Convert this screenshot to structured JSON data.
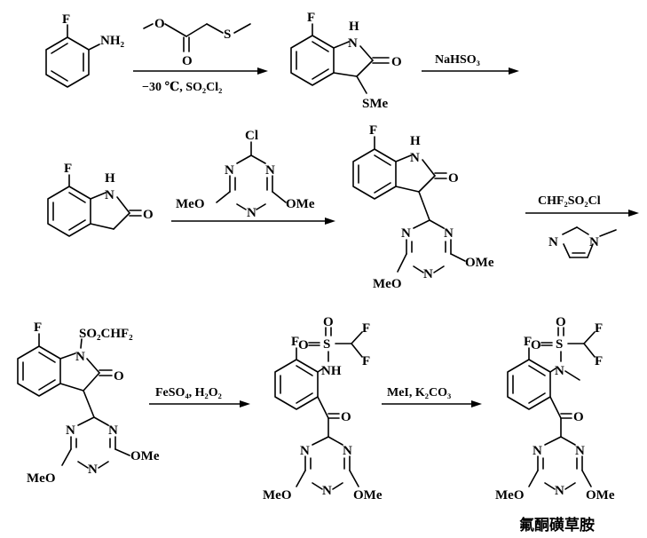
{
  "atoms": {
    "F": "F",
    "NH2": "NH₂",
    "H": "H",
    "N": "N",
    "O": "O",
    "S": "S",
    "SMe": "SMe",
    "Cl": "Cl",
    "MeO": "MeO",
    "OMe": "OMe",
    "NH": "NH",
    "SO2CHF2": "SO₂CHF₂"
  },
  "reagents": {
    "step1": "−30 ℃, SO₂Cl₂",
    "step2": "NaHSO₃",
    "step4_top": "CHF₂SO₂Cl",
    "step5": "FeSO₄, H₂O₂",
    "step6": "MeI, K₂CO₃"
  },
  "product_name": "氟酮磺草胺"
}
